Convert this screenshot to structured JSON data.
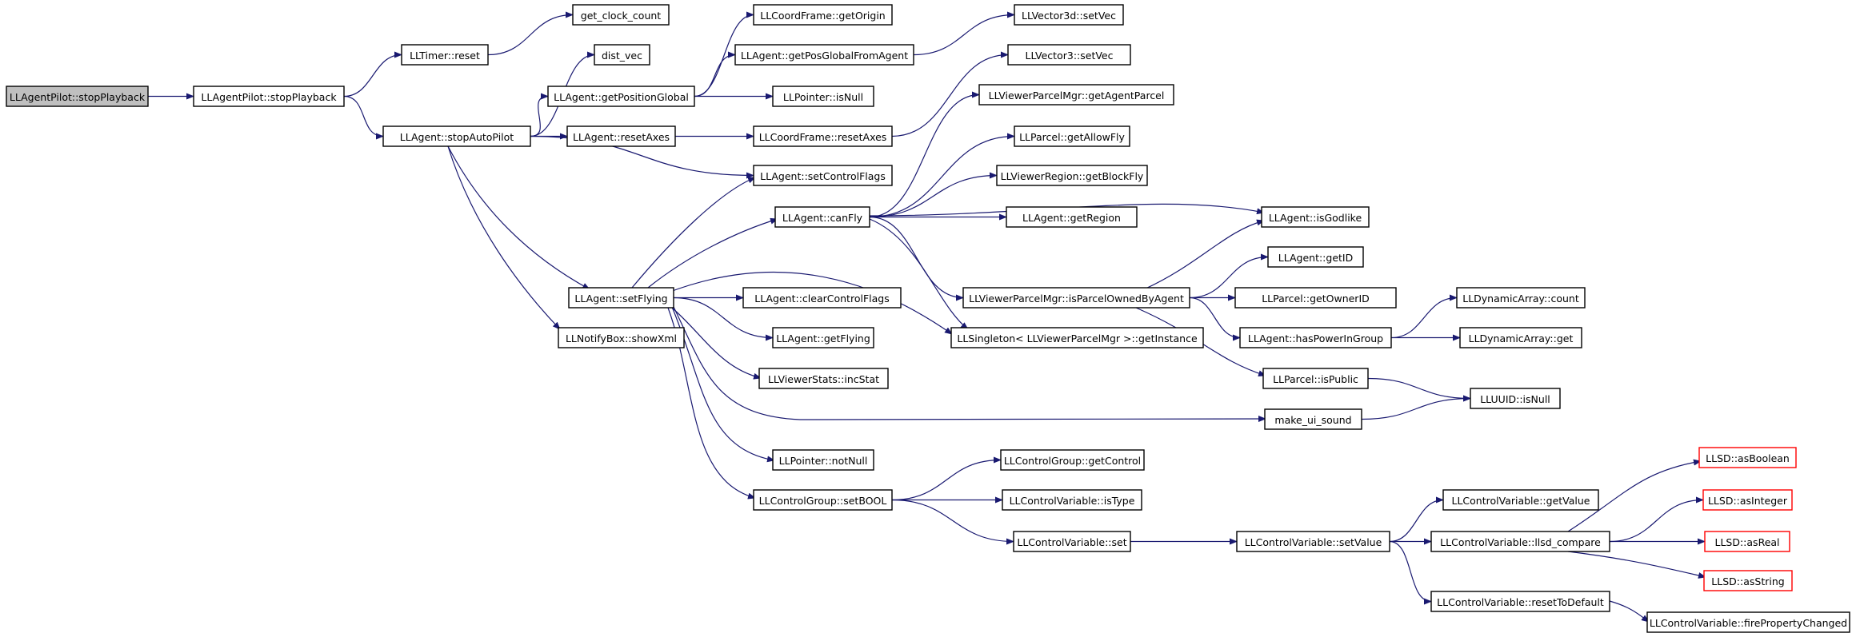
{
  "colors": {
    "edge": "#191970",
    "node_border": "#000000",
    "node_border_undocumented": "#ff0000",
    "root_fill": "#bfbfbf",
    "node_fill": "#ffffff",
    "text": "#000000"
  },
  "nodes": [
    {
      "id": "n0",
      "label": "LLAgentPilot::stopPlayback",
      "style": "root"
    },
    {
      "id": "n1",
      "label": "LLAgentPilot::stopPlayback"
    },
    {
      "id": "n2",
      "label": "LLTimer::reset"
    },
    {
      "id": "n3",
      "label": "LLAgent::stopAutoPilot"
    },
    {
      "id": "n4",
      "label": "get_clock_count"
    },
    {
      "id": "n5",
      "label": "dist_vec"
    },
    {
      "id": "n6",
      "label": "LLAgent::getPositionGlobal"
    },
    {
      "id": "n7",
      "label": "LLAgent::resetAxes"
    },
    {
      "id": "n8",
      "label": "LLAgent::setControlFlags"
    },
    {
      "id": "n9",
      "label": "LLAgent::setFlying"
    },
    {
      "id": "n10",
      "label": "LLNotifyBox::showXml"
    },
    {
      "id": "n11",
      "label": "LLCoordFrame::getOrigin"
    },
    {
      "id": "n12",
      "label": "LLAgent::getPosGlobalFromAgent"
    },
    {
      "id": "n13",
      "label": "LLPointer::isNull"
    },
    {
      "id": "n14",
      "label": "LLCoordFrame::resetAxes"
    },
    {
      "id": "n15",
      "label": "LLAgent::canFly"
    },
    {
      "id": "n16",
      "label": "LLAgent::clearControlFlags"
    },
    {
      "id": "n17",
      "label": "LLAgent::getFlying"
    },
    {
      "id": "n18",
      "label": "LLViewerStats::incStat"
    },
    {
      "id": "n19",
      "label": "LLPointer::notNull"
    },
    {
      "id": "n20",
      "label": "LLControlGroup::setBOOL"
    },
    {
      "id": "n21",
      "label": "LLVector3d::setVec"
    },
    {
      "id": "n22",
      "label": "LLVector3::setVec"
    },
    {
      "id": "n23",
      "label": "LLViewerParcelMgr::getAgentParcel"
    },
    {
      "id": "n24",
      "label": "LLParcel::getAllowFly"
    },
    {
      "id": "n25",
      "label": "LLViewerRegion::getBlockFly"
    },
    {
      "id": "n26",
      "label": "LLAgent::getRegion"
    },
    {
      "id": "n27",
      "label": "LLViewerParcelMgr::isParcelOwnedByAgent"
    },
    {
      "id": "n28",
      "label": "LLSingleton< LLViewerParcelMgr >::getInstance"
    },
    {
      "id": "n29",
      "label": "LLControlGroup::getControl"
    },
    {
      "id": "n30",
      "label": "LLControlVariable::isType"
    },
    {
      "id": "n31",
      "label": "LLControlVariable::set"
    },
    {
      "id": "n32",
      "label": "LLAgent::isGodlike"
    },
    {
      "id": "n33",
      "label": "LLAgent::getID"
    },
    {
      "id": "n34",
      "label": "LLParcel::getOwnerID"
    },
    {
      "id": "n35",
      "label": "LLAgent::hasPowerInGroup"
    },
    {
      "id": "n36",
      "label": "LLParcel::isPublic"
    },
    {
      "id": "n37",
      "label": "make_ui_sound"
    },
    {
      "id": "n38",
      "label": "LLControlVariable::setValue"
    },
    {
      "id": "n39",
      "label": "LLDynamicArray::count"
    },
    {
      "id": "n40",
      "label": "LLDynamicArray::get"
    },
    {
      "id": "n41",
      "label": "LLUUID::isNull"
    },
    {
      "id": "n42",
      "label": "LLControlVariable::getValue"
    },
    {
      "id": "n43",
      "label": "LLControlVariable::llsd_compare"
    },
    {
      "id": "n44",
      "label": "LLControlVariable::resetToDefault"
    },
    {
      "id": "n45",
      "label": "LLSD::asBoolean",
      "style": "undocumented"
    },
    {
      "id": "n46",
      "label": "LLSD::asInteger",
      "style": "undocumented"
    },
    {
      "id": "n47",
      "label": "LLSD::asReal",
      "style": "undocumented"
    },
    {
      "id": "n48",
      "label": "LLSD::asString",
      "style": "undocumented"
    },
    {
      "id": "n49",
      "label": "LLControlVariable::firePropertyChanged"
    }
  ],
  "edges": [
    [
      "n0",
      "n1"
    ],
    [
      "n1",
      "n2"
    ],
    [
      "n1",
      "n3"
    ],
    [
      "n2",
      "n4"
    ],
    [
      "n3",
      "n5"
    ],
    [
      "n3",
      "n6"
    ],
    [
      "n3",
      "n7"
    ],
    [
      "n3",
      "n8"
    ],
    [
      "n3",
      "n9"
    ],
    [
      "n3",
      "n10"
    ],
    [
      "n6",
      "n11"
    ],
    [
      "n6",
      "n12"
    ],
    [
      "n6",
      "n13"
    ],
    [
      "n7",
      "n14"
    ],
    [
      "n12",
      "n21"
    ],
    [
      "n14",
      "n22"
    ],
    [
      "n9",
      "n8"
    ],
    [
      "n9",
      "n15"
    ],
    [
      "n9",
      "n28"
    ],
    [
      "n9",
      "n16"
    ],
    [
      "n9",
      "n17"
    ],
    [
      "n9",
      "n18"
    ],
    [
      "n9",
      "n37"
    ],
    [
      "n9",
      "n19"
    ],
    [
      "n9",
      "n20"
    ],
    [
      "n15",
      "n23"
    ],
    [
      "n15",
      "n24"
    ],
    [
      "n15",
      "n25"
    ],
    [
      "n15",
      "n26"
    ],
    [
      "n15",
      "n32"
    ],
    [
      "n15",
      "n27"
    ],
    [
      "n15",
      "n28"
    ],
    [
      "n27",
      "n32"
    ],
    [
      "n27",
      "n33"
    ],
    [
      "n27",
      "n34"
    ],
    [
      "n27",
      "n35"
    ],
    [
      "n27",
      "n36"
    ],
    [
      "n35",
      "n39"
    ],
    [
      "n35",
      "n40"
    ],
    [
      "n36",
      "n41"
    ],
    [
      "n37",
      "n41"
    ],
    [
      "n20",
      "n29"
    ],
    [
      "n20",
      "n30"
    ],
    [
      "n20",
      "n31"
    ],
    [
      "n31",
      "n38"
    ],
    [
      "n38",
      "n42"
    ],
    [
      "n38",
      "n43"
    ],
    [
      "n38",
      "n44"
    ],
    [
      "n43",
      "n45"
    ],
    [
      "n43",
      "n46"
    ],
    [
      "n43",
      "n47"
    ],
    [
      "n43",
      "n48"
    ],
    [
      "n44",
      "n49"
    ]
  ]
}
